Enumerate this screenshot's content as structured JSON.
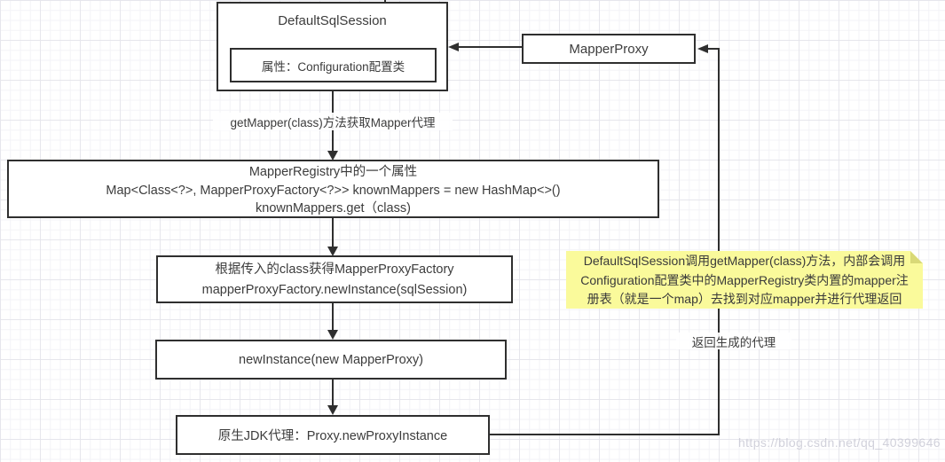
{
  "colors": {
    "connector": "#2f2f2f",
    "text": "#3c3c3c",
    "note_background": "#fafa9b",
    "note_fold": "#d9d977",
    "grid_line": "#e6e6ec"
  },
  "boxes": {
    "default_sql_session": {
      "title": "DefaultSqlSession",
      "attribute": "属性：Configuration配置类"
    },
    "mapper_proxy": {
      "title": "MapperProxy"
    },
    "mapper_registry": {
      "line1": "MapperRegistry中的一个属性",
      "line2": "Map<Class<?>, MapperProxyFactory<?>> knownMappers = new HashMap<>()",
      "line3": "knownMappers.get（class)"
    },
    "get_factory": {
      "line1": "根据传入的class获得MapperProxyFactory",
      "line2": "mapperProxyFactory.newInstance(sqlSession)"
    },
    "new_instance": {
      "title": "newInstance(new MapperProxy)"
    },
    "jdk_proxy": {
      "title": "原生JDK代理：Proxy.newProxyInstance"
    }
  },
  "edges": {
    "get_mapper_label": "getMapper(class)方法获取Mapper代理",
    "return_label": "返回生成的代理"
  },
  "note": {
    "line1": "DefaultSqlSession调用getMapper(class)方法，内部会调用",
    "line2": "Configuration配置类中的MapperRegistry类内置的mapper注",
    "line3": "册表（就是一个map）去找到对应mapper并进行代理返回"
  },
  "watermark": "https://blog.csdn.net/qq_40399646"
}
